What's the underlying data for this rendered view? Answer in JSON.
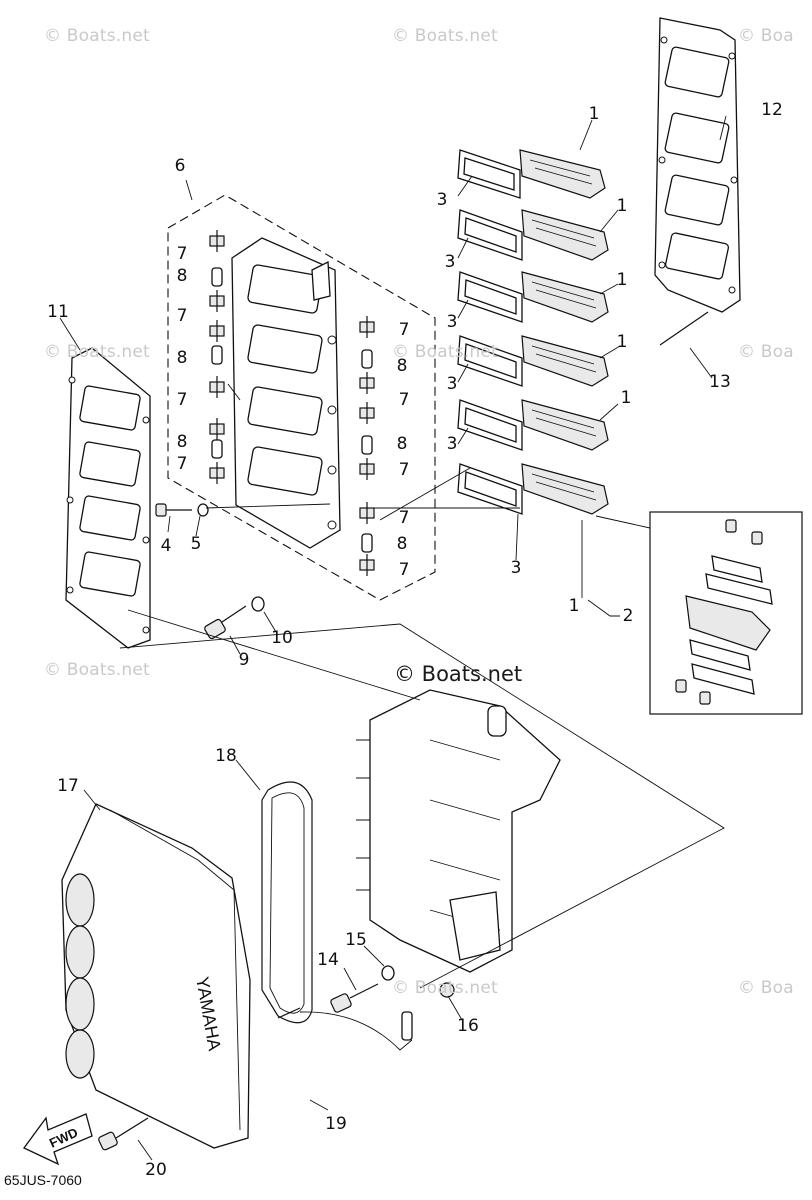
{
  "watermarks": [
    "© Boats.net",
    "© Boats.net",
    "© Boa",
    "© Boats.net",
    "© Boats.net",
    "© Boa",
    "© Boats.net",
    "© Boats.net",
    "© Boa"
  ],
  "brand_watermark": "© Boats.net",
  "drawing_code": "65JUS-7060",
  "fwd_label": "FWD",
  "cover_text": "YAMAHA",
  "callouts": [
    {
      "id": "c1a",
      "text": "1"
    },
    {
      "id": "c1b",
      "text": "1"
    },
    {
      "id": "c1c",
      "text": "1"
    },
    {
      "id": "c1d",
      "text": "1"
    },
    {
      "id": "c1e",
      "text": "1"
    },
    {
      "id": "c1f",
      "text": "1"
    },
    {
      "id": "c2",
      "text": "2"
    },
    {
      "id": "c3a",
      "text": "3"
    },
    {
      "id": "c3b",
      "text": "3"
    },
    {
      "id": "c3c",
      "text": "3"
    },
    {
      "id": "c3d",
      "text": "3"
    },
    {
      "id": "c3e",
      "text": "3"
    },
    {
      "id": "c3f",
      "text": "3"
    },
    {
      "id": "c4",
      "text": "4"
    },
    {
      "id": "c5",
      "text": "5"
    },
    {
      "id": "c6",
      "text": "6"
    },
    {
      "id": "c7a",
      "text": "7"
    },
    {
      "id": "c7b",
      "text": "7"
    },
    {
      "id": "c7c",
      "text": "7"
    },
    {
      "id": "c7d",
      "text": "7"
    },
    {
      "id": "c7e",
      "text": "7"
    },
    {
      "id": "c7f",
      "text": "7"
    },
    {
      "id": "c7g",
      "text": "7"
    },
    {
      "id": "c7h",
      "text": "7"
    },
    {
      "id": "c7i",
      "text": "7"
    },
    {
      "id": "c8a",
      "text": "8"
    },
    {
      "id": "c8b",
      "text": "8"
    },
    {
      "id": "c8c",
      "text": "8"
    },
    {
      "id": "c8d",
      "text": "8"
    },
    {
      "id": "c8e",
      "text": "8"
    },
    {
      "id": "c8f",
      "text": "8"
    },
    {
      "id": "c9",
      "text": "9"
    },
    {
      "id": "c10",
      "text": "10"
    },
    {
      "id": "c11",
      "text": "11"
    },
    {
      "id": "c12",
      "text": "12"
    },
    {
      "id": "c13",
      "text": "13"
    },
    {
      "id": "c14",
      "text": "14"
    },
    {
      "id": "c15",
      "text": "15"
    },
    {
      "id": "c16",
      "text": "16"
    },
    {
      "id": "c17",
      "text": "17"
    },
    {
      "id": "c18",
      "text": "18"
    },
    {
      "id": "c19",
      "text": "19"
    },
    {
      "id": "c20",
      "text": "20"
    }
  ]
}
